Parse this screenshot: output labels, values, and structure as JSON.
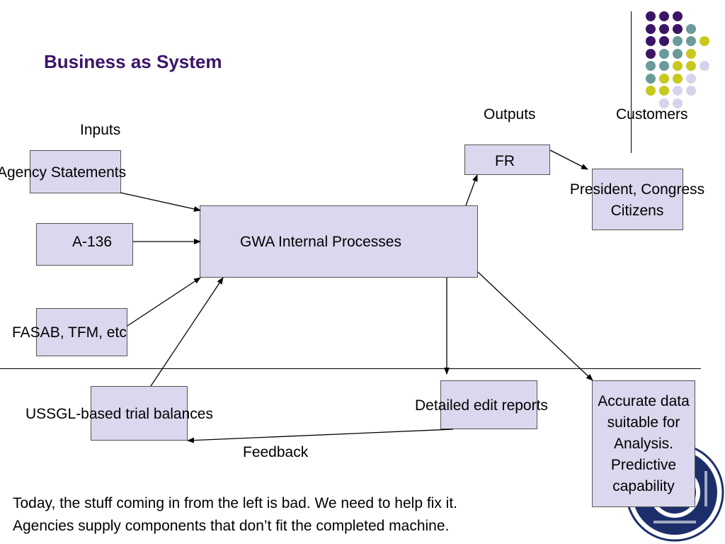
{
  "slide": {
    "title": "Business as System",
    "column_labels": {
      "inputs": "Inputs",
      "outputs": "Outputs",
      "customers": "Customers"
    },
    "nodes": {
      "agency_statements": "Agency Statements",
      "a136": "A-136",
      "fasab": "FASAB, TFM, etc",
      "ussgl": "USSGL-based trial balances",
      "gwa": "GWA Internal Processes",
      "fr": "FR",
      "president": [
        "President, Congress",
        "Citizens"
      ],
      "detailed_reports": "Detailed edit reports",
      "accurate_data": [
        "Accurate data",
        "suitable for",
        "Analysis.",
        "Predictive",
        "capability"
      ]
    },
    "feedback_label": "Feedback",
    "bottom_text": [
      "Today, the stuff coming in from the left is bad.  We need to help fix it.",
      "Agencies supply components that don’t fit the completed machine."
    ]
  },
  "colors": {
    "title": "#3b1466",
    "box_fill": "#d9d8ee",
    "dot_purple": "#3b1466",
    "dot_teal": "#6a9a9a",
    "dot_yellow": "#c8c81e",
    "dot_lavender": "#d4d4ec"
  },
  "decor": {
    "dot_grid": [
      [
        "purple",
        "purple",
        "purple",
        "none"
      ],
      [
        "purple",
        "purple",
        "purple",
        "teal"
      ],
      [
        "purple",
        "purple",
        "teal",
        "teal",
        "yellow"
      ],
      [
        "purple",
        "teal",
        "teal",
        "yellow"
      ],
      [
        "teal",
        "teal",
        "yellow",
        "yellow",
        "lavender"
      ],
      [
        "teal",
        "yellow",
        "yellow",
        "lavender"
      ],
      [
        "yellow",
        "yellow",
        "lavender",
        "lavender"
      ],
      [
        "none",
        "lavender",
        "lavender",
        "none"
      ]
    ],
    "seal_icon": "financial-management-service-seal"
  }
}
